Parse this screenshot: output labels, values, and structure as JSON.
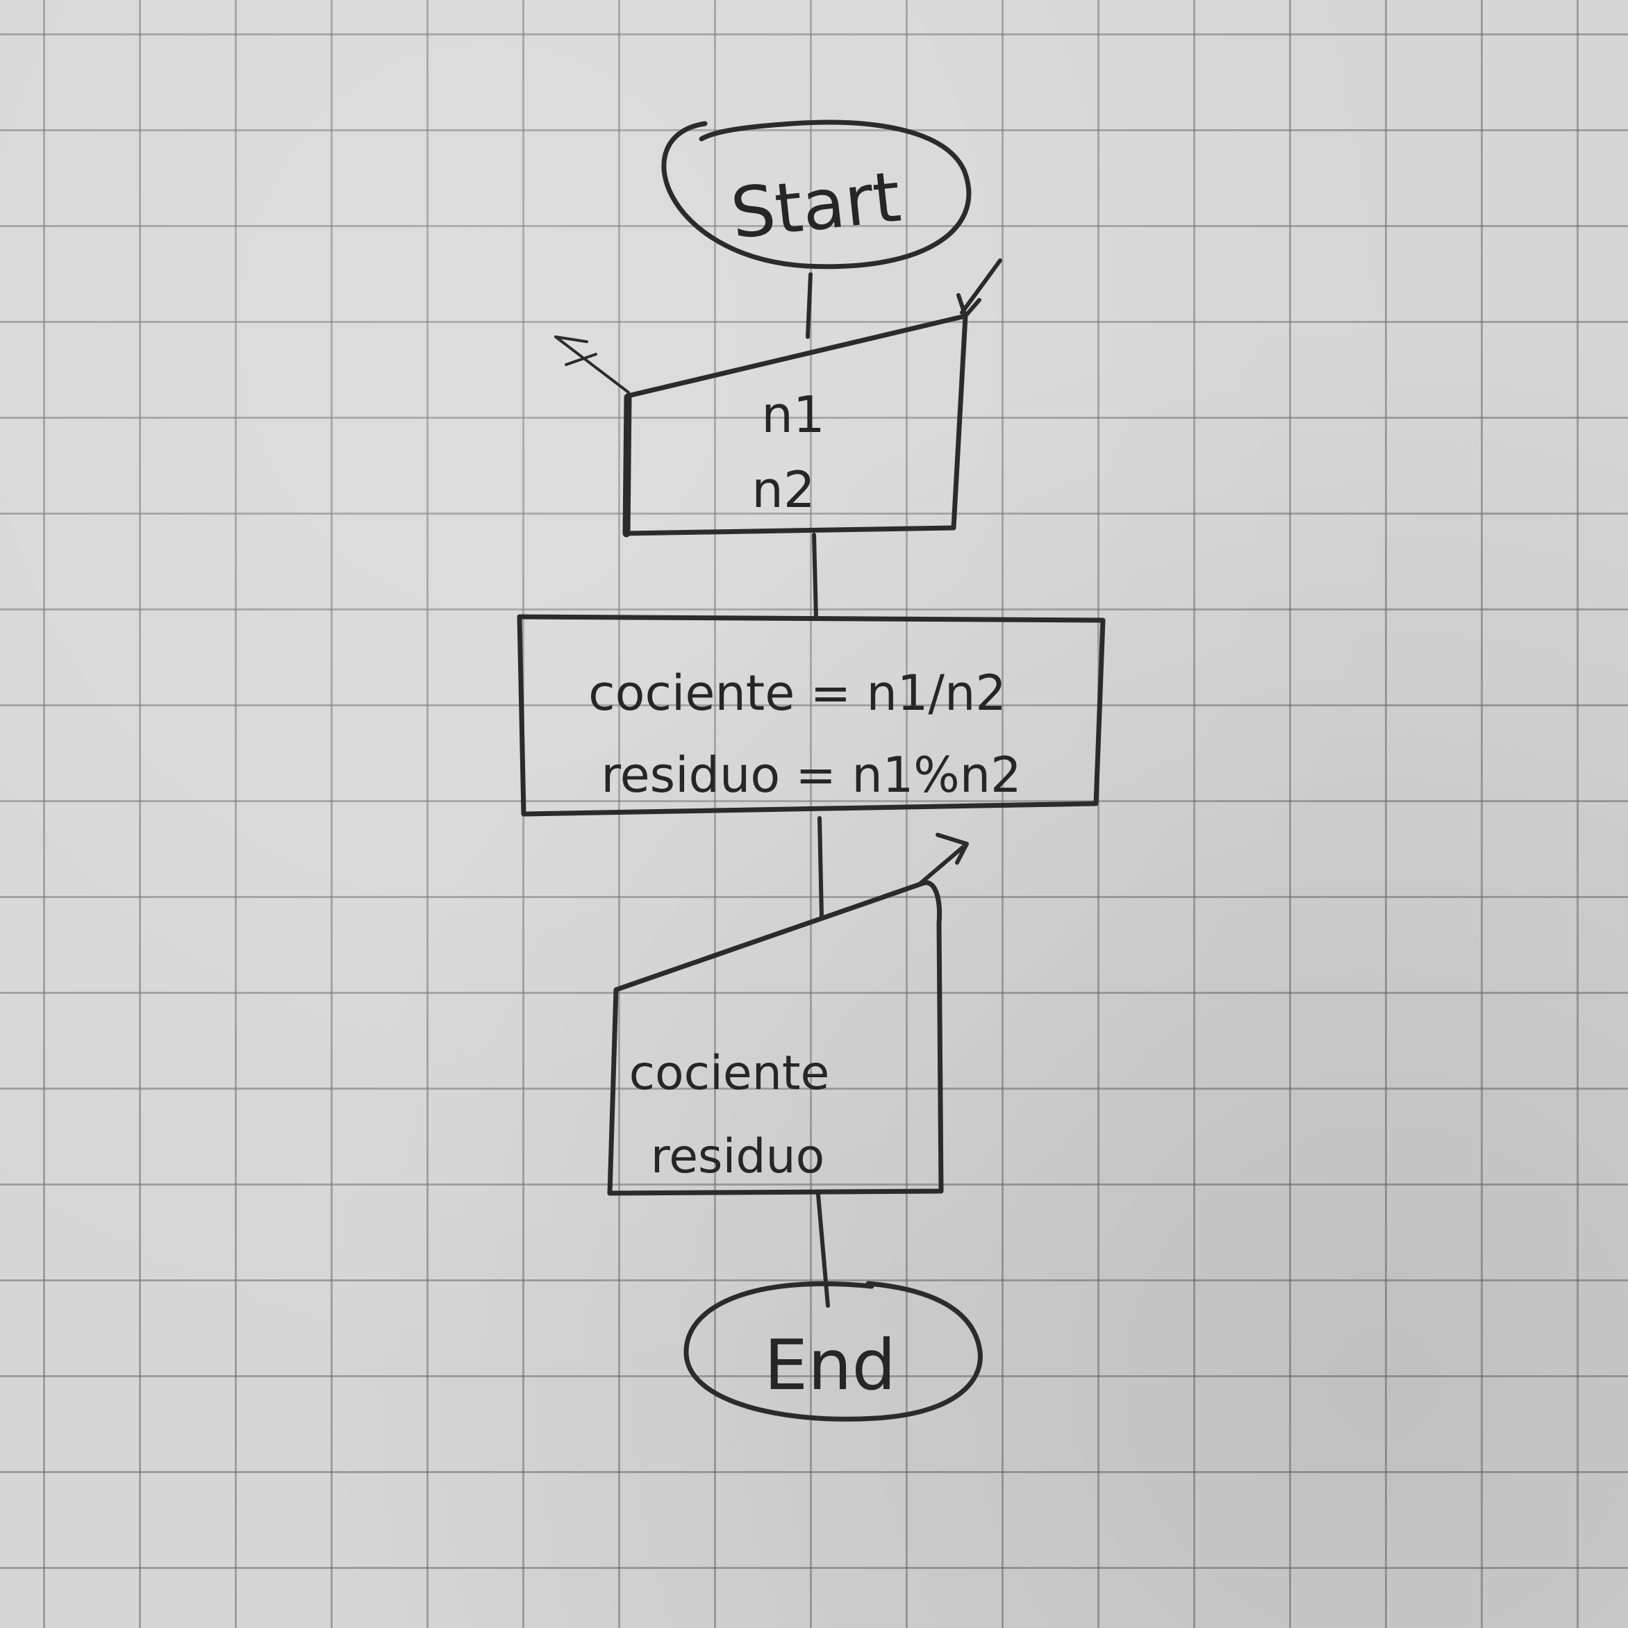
{
  "diagram": {
    "type": "flowchart",
    "medium": "pencil on grid paper",
    "nodes": {
      "start": {
        "shape": "terminal",
        "label": "Start"
      },
      "input": {
        "shape": "input",
        "lines": [
          "n1",
          "n2"
        ]
      },
      "process": {
        "shape": "process",
        "lines": [
          "cociente = n1/n2",
          "residuo = n1%n2"
        ]
      },
      "output": {
        "shape": "output",
        "lines": [
          "cociente",
          "residuo"
        ]
      },
      "end": {
        "shape": "terminal",
        "label": "End"
      }
    },
    "edges": [
      {
        "from": "start",
        "to": "input"
      },
      {
        "from": "input",
        "to": "process"
      },
      {
        "from": "process",
        "to": "output"
      },
      {
        "from": "output",
        "to": "end"
      }
    ]
  },
  "colors": {
    "paper": "#d6d6d6",
    "grid": "#6e6e6e",
    "ink": "#2b2b2b"
  }
}
